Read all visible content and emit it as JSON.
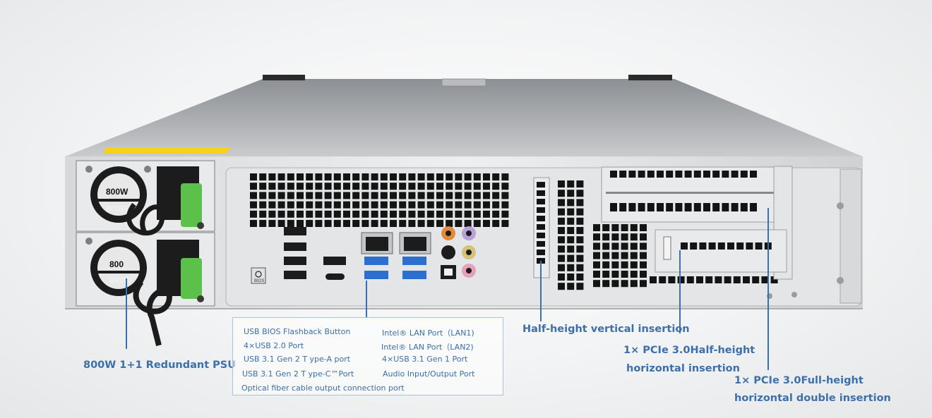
{
  "psu": {
    "label_top": "800W",
    "label_bottom": "800W",
    "label_top_2": "800",
    "label_bottom_2": "800W"
  },
  "bios_button_label": "BIOS",
  "legend": {
    "items": [
      "USB BIOS Flashback Button",
      "Intel® LAN Port（LAN1)",
      "4×USB 2.0 Port",
      "Intel® LAN Port（LAN2)",
      "USB 3.1 Gen 2 T ype-A port",
      "4×USB 3.1 Gen 1 Port",
      "USB 3.1 Gen 2 T ype-C™Port",
      "Audio Input/Output Port",
      "Optical fiber cable output connection port"
    ]
  },
  "callouts": {
    "psu": "800W 1+1 Redundant PSU",
    "half_vertical": "Half-height vertical insertion",
    "pcie_half_line1": "1× PCIe 3.0Half-height",
    "pcie_half_line2": "horizontal insertion",
    "pcie_full_line1": "1× PCIe 3.0Full-height",
    "pcie_full_line2": "horizontal double insertion"
  },
  "colors": {
    "accent": "#3d6fa8",
    "psu_handle": "#5cc14a",
    "warning_label": "#f2d21c"
  }
}
